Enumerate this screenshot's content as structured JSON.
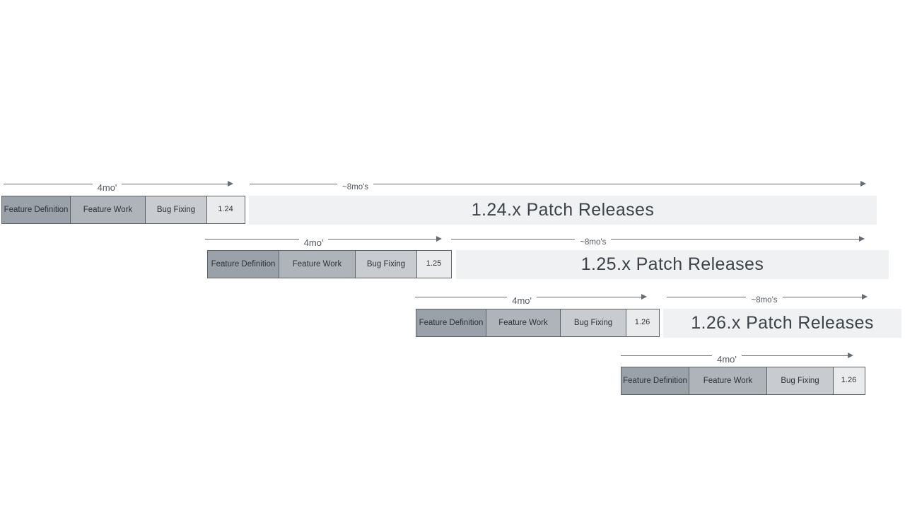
{
  "colors": {
    "feature_definition_fill": "#9aa1a8",
    "feature_work_fill": "#aeb4ba",
    "bug_fixing_fill": "#c8ccd1",
    "version_box_fill": "#e9ebed",
    "patch_band_fill": "#eff1f3",
    "box_border": "#5c6166",
    "arrow": "#646c74",
    "box_text": "#2e3338",
    "band_text": "#3d4349",
    "arrow_label_text": "#51585f"
  },
  "rows": [
    {
      "version": "1.24",
      "dev_duration_label": "4mo'",
      "patch_duration_label": "~8mo's",
      "patch_band_label": "1.24.x Patch Releases",
      "phases": [
        "Feature Definition",
        "Feature Work",
        "Bug Fixing"
      ]
    },
    {
      "version": "1.25",
      "dev_duration_label": "4mo'",
      "patch_duration_label": "~8mo's",
      "patch_band_label": "1.25.x Patch Releases",
      "phases": [
        "Feature Definition",
        "Feature Work",
        "Bug Fixing"
      ]
    },
    {
      "version": "1.26",
      "dev_duration_label": "4mo'",
      "patch_duration_label": "~8mo's",
      "patch_band_label": "1.26.x Patch Releases",
      "phases": [
        "Feature Definition",
        "Feature Work",
        "Bug Fixing"
      ]
    },
    {
      "version": "1.26",
      "dev_duration_label": "4mo'",
      "phases": [
        "Feature Definition",
        "Feature Work",
        "Bug Fixing"
      ]
    }
  ]
}
